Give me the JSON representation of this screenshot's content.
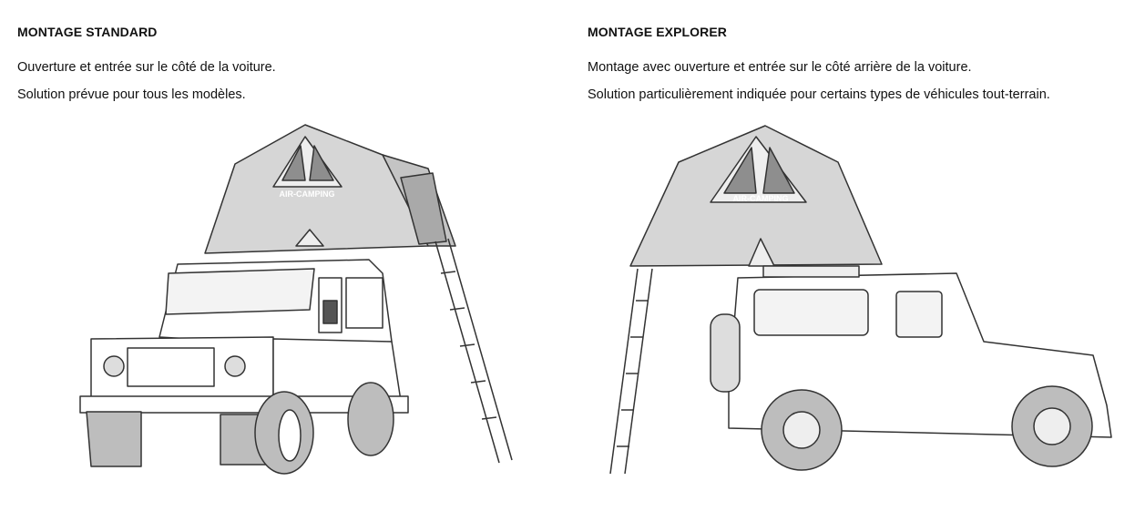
{
  "standard": {
    "title": "MONTAGE STANDARD",
    "lines": [
      "Ouverture et entrée sur le côté de la voiture.",
      "Solution prévue pour tous les modèles."
    ],
    "logo_text": "AIR-CAMPING"
  },
  "explorer": {
    "title": "MONTAGE EXPLORER",
    "lines": [
      "Montage avec ouverture et entrée sur le côté arrière de la voiture.",
      "Solution particulièrement indiquée pour certains types de véhicules tout-terrain."
    ],
    "logo_text": "AIR-CAMPING"
  },
  "colors": {
    "tent": "#d4d4d4",
    "tent_dark": "#8e8e8e",
    "tire": "#bdbdbd",
    "outline": "#333333"
  }
}
